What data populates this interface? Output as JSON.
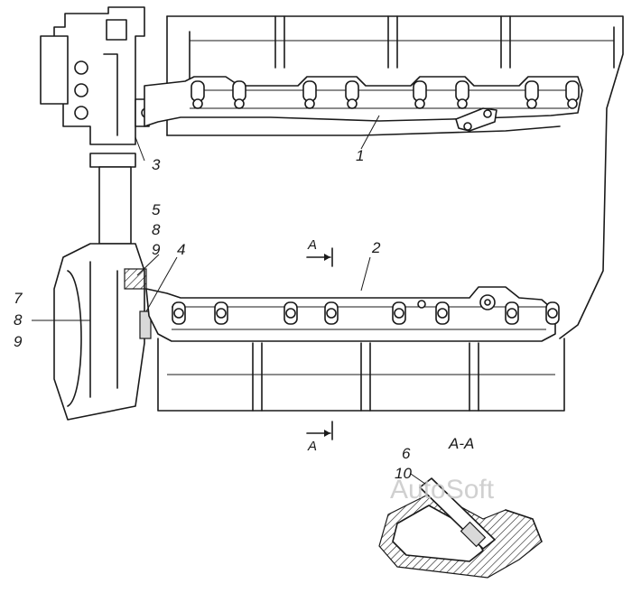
{
  "callouts": {
    "c1": "1",
    "c2": "2",
    "c3": "3",
    "c4": "4",
    "c5": "5",
    "c8a": "8",
    "c9a": "9",
    "c7": "7",
    "c8b": "8",
    "c9b": "9",
    "c6": "6",
    "c10": "10"
  },
  "section_markers": {
    "top": "A",
    "bottom": "A",
    "view_label": "A-A"
  },
  "watermark": "AutoSoft"
}
